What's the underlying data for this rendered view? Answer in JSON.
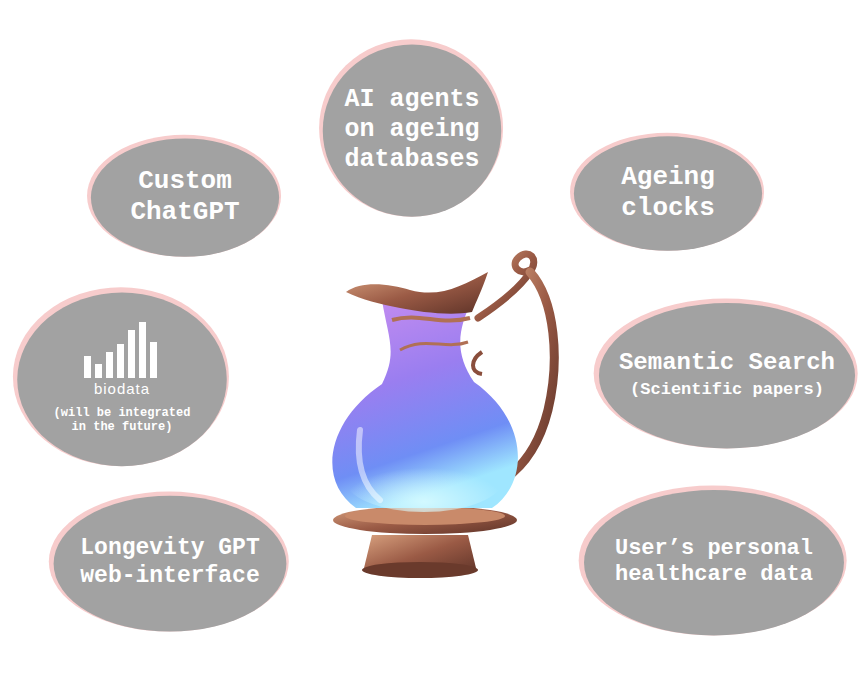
{
  "diagram": {
    "nodes": [
      {
        "text": [
          "AI agents on ageing databases"
        ]
      },
      {
        "text": [
          "Custom ChatGPT"
        ]
      },
      {
        "text": [
          "Ageing clocks"
        ]
      },
      {
        "text": [
          "biodata",
          "(will be integrated in the future)"
        ]
      },
      {
        "text": [
          "Semantic Search",
          "(Scientific papers)"
        ]
      },
      {
        "text": [
          "Longevity GPT web-interface"
        ]
      },
      {
        "text": [
          "User’s personal healthcare data"
        ]
      }
    ]
  }
}
